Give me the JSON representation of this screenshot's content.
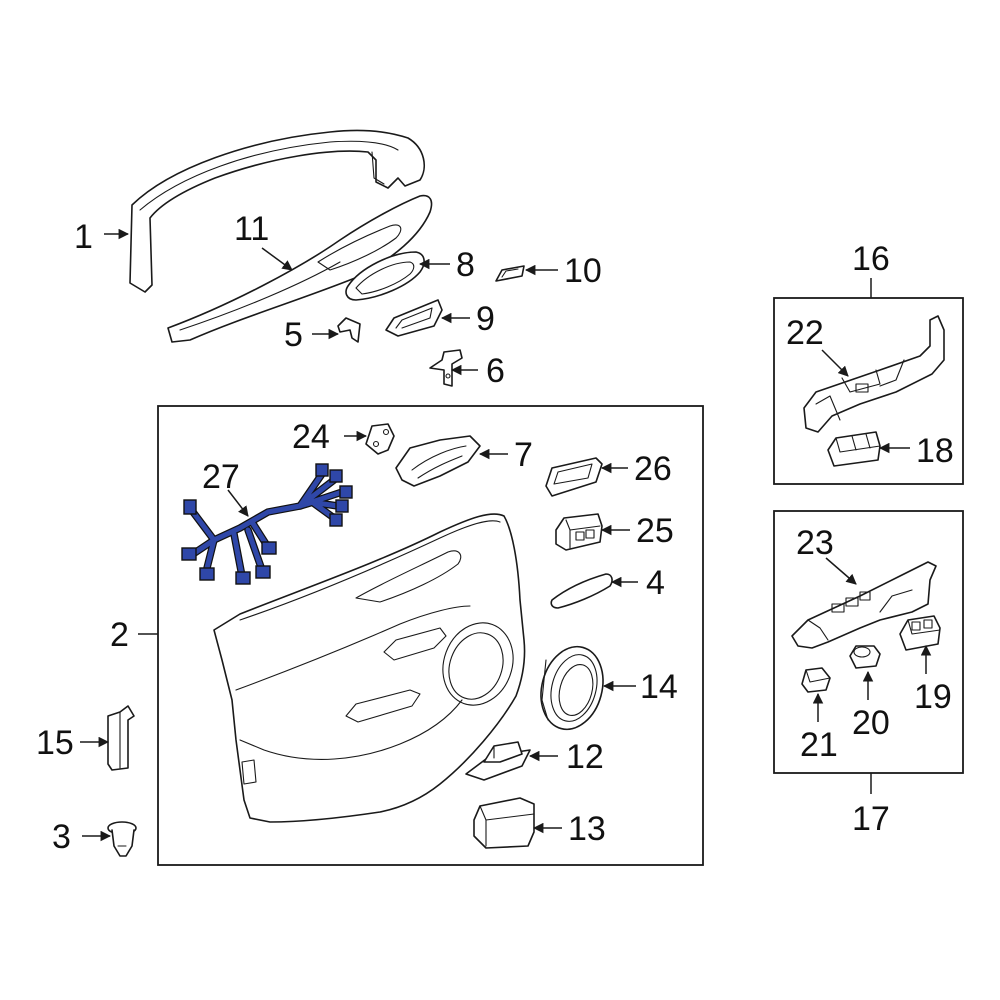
{
  "diagram": {
    "colors": {
      "line": "#1a1a1a",
      "highlight": "#2f47a8",
      "background": "#ffffff"
    },
    "callouts": {
      "c1": "1",
      "c2": "2",
      "c3": "3",
      "c4": "4",
      "c5": "5",
      "c6": "6",
      "c7": "7",
      "c8": "8",
      "c9": "9",
      "c10": "10",
      "c11": "11",
      "c12": "12",
      "c13": "13",
      "c14": "14",
      "c15": "15",
      "c16": "16",
      "c17": "17",
      "c18": "18",
      "c19": "19",
      "c20": "20",
      "c21": "21",
      "c22": "22",
      "c23": "23",
      "c24": "24",
      "c25": "25",
      "c26": "26",
      "c27": "27"
    },
    "highlighted_part": "27"
  }
}
